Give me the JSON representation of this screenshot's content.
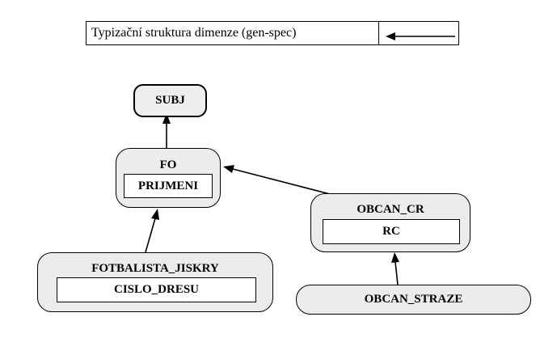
{
  "legend": {
    "text": "Typizační struktura dimenze (gen-spec)"
  },
  "entities": {
    "subj": {
      "name": "SUBJ"
    },
    "fo": {
      "name": "FO",
      "attribute": "PRIJMENI"
    },
    "obcan_cr": {
      "name": "OBCAN_CR",
      "attribute": "RC"
    },
    "fotbalista_jiskry": {
      "name": "FOTBALISTA_JISKRY",
      "attribute": "CISLO_DRESU"
    },
    "obcan_straze": {
      "name": "OBCAN_STRAZE"
    }
  }
}
